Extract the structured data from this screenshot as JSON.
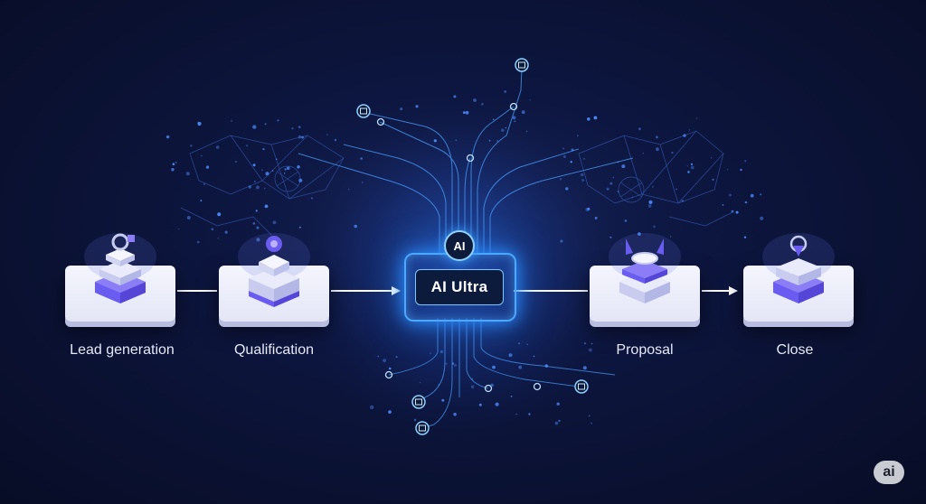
{
  "diagram": {
    "core": {
      "badge": "AI",
      "label": "AI Ultra"
    },
    "stages": [
      {
        "id": "lead",
        "label": "Lead generation",
        "icon": "lock-stack-icon"
      },
      {
        "id": "qualification",
        "label": "Qualification",
        "icon": "orb-stack-icon"
      },
      {
        "id": "proposal",
        "label": "Proposal",
        "icon": "crown-stack-icon"
      },
      {
        "id": "close",
        "label": "Close",
        "icon": "pin-stack-icon"
      }
    ],
    "watermark": "ai"
  },
  "colors": {
    "background": "#0b1230",
    "glow": "#2b8cff",
    "card": "#eef0fb",
    "accent": "#6a5cf0",
    "line": "#ffffff"
  }
}
